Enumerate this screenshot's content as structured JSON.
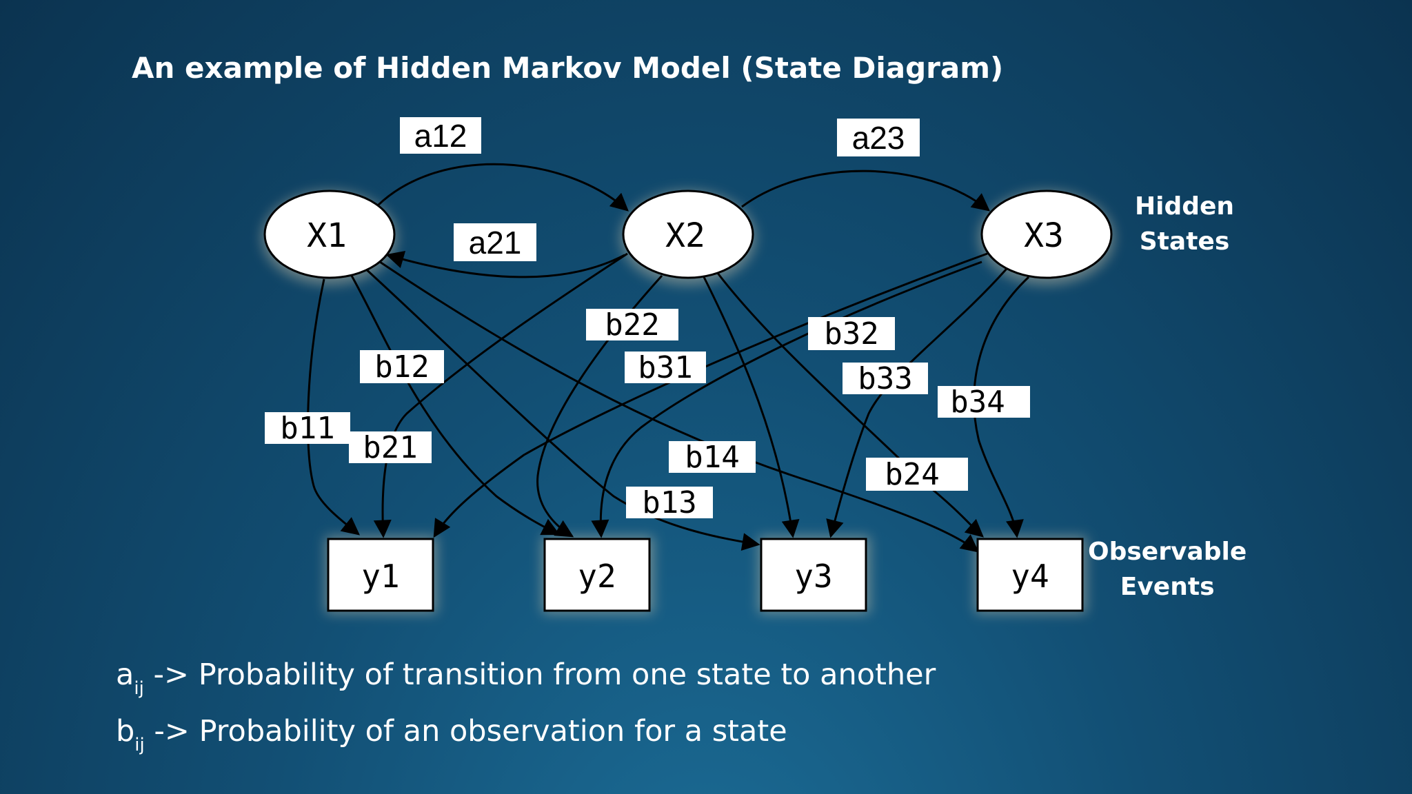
{
  "title": "An example of Hidden Markov Model (State Diagram)",
  "hidden_states_label": [
    "Hidden",
    "States"
  ],
  "observable_events_label": [
    "Observable",
    "Events"
  ],
  "states": [
    {
      "id": "x1",
      "label": "X1"
    },
    {
      "id": "x2",
      "label": "X2"
    },
    {
      "id": "x3",
      "label": "X3"
    }
  ],
  "observations": [
    {
      "id": "y1",
      "label": "y1"
    },
    {
      "id": "y2",
      "label": "y2"
    },
    {
      "id": "y3",
      "label": "y3"
    },
    {
      "id": "y4",
      "label": "y4"
    }
  ],
  "transitions": [
    {
      "from": "x1",
      "to": "x2",
      "label": "a12"
    },
    {
      "from": "x2",
      "to": "x1",
      "label": "a21"
    },
    {
      "from": "x2",
      "to": "x3",
      "label": "a23"
    }
  ],
  "emissions": [
    {
      "from": "x1",
      "to": "y1",
      "label": "b11"
    },
    {
      "from": "x1",
      "to": "y2",
      "label": "b12"
    },
    {
      "from": "x1",
      "to": "y3",
      "label": "b13"
    },
    {
      "from": "x1",
      "to": "y4",
      "label": "b14"
    },
    {
      "from": "x2",
      "to": "y1",
      "label": "b21"
    },
    {
      "from": "x2",
      "to": "y2",
      "label": "b22"
    },
    {
      "from": "x2",
      "to": "y4",
      "label": "b24"
    },
    {
      "from": "x3",
      "to": "y1",
      "label": "b31"
    },
    {
      "from": "x3",
      "to": "y2",
      "label": "b32"
    },
    {
      "from": "x3",
      "to": "y3",
      "label": "b33"
    },
    {
      "from": "x3",
      "to": "y4",
      "label": "b34"
    }
  ],
  "legend": {
    "a_symbol": "a",
    "a_sub": "ij",
    "a_text": " -> Probability of transition from one state to another",
    "b_symbol": "b",
    "b_sub": "ij",
    "b_text": " -> Probability of an observation for a state"
  }
}
